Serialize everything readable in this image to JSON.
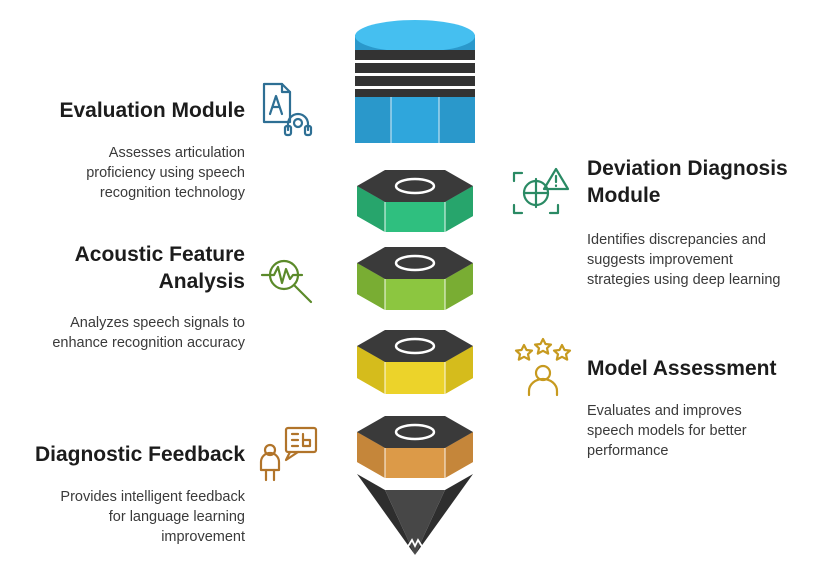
{
  "colors": {
    "blue": "#38b2e6",
    "teal": "#2fbf7f",
    "lime": "#8cc640",
    "yellow": "#ecd32a",
    "orange": "#dc9a48",
    "dark": "#3b3b3b"
  },
  "left_items": [
    {
      "title": "Evaluation Module",
      "desc": [
        "Assesses articulation",
        "proficiency using speech",
        "recognition technology"
      ],
      "icon": "document-headset-icon"
    },
    {
      "title": [
        "Acoustic Feature",
        "Analysis"
      ],
      "desc": [
        "Analyzes speech signals to",
        "enhance recognition accuracy"
      ],
      "icon": "magnifier-waveform-icon"
    },
    {
      "title": "Diagnostic Feedback",
      "desc": [
        "Provides intelligent feedback",
        "for language learning",
        "improvement"
      ],
      "icon": "person-chat-icon"
    }
  ],
  "right_items": [
    {
      "title": [
        "Deviation Diagnosis",
        "Module"
      ],
      "desc": [
        "Identifies discrepancies and",
        "suggests improvement",
        "strategies using deep learning"
      ],
      "icon": "face-warning-icon"
    },
    {
      "title": "Model Assessment",
      "desc": [
        "Evaluates and improves",
        "speech models for better",
        "performance"
      ],
      "icon": "person-stars-icon"
    }
  ]
}
